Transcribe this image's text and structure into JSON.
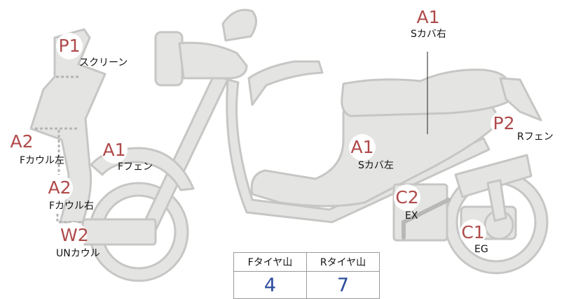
{
  "parts": [
    {
      "key": "screen",
      "code": "P1",
      "name": "スクリーン"
    },
    {
      "key": "s-cover-right",
      "code": "A1",
      "name": "Sカバ右"
    },
    {
      "key": "r-fender",
      "code": "P2",
      "name": "Rフェン"
    },
    {
      "key": "f-cowl-left",
      "code": "A2",
      "name": "Fカウル左"
    },
    {
      "key": "f-fender",
      "code": "A1",
      "name": "Fフェン"
    },
    {
      "key": "s-cover-left",
      "code": "A1",
      "name": "Sカバ左"
    },
    {
      "key": "f-cowl-right",
      "code": "A2",
      "name": "Fカウル右"
    },
    {
      "key": "exhaust",
      "code": "C2",
      "name": "EX"
    },
    {
      "key": "under-cowl",
      "code": "W2",
      "name": "UNカウル"
    },
    {
      "key": "engine",
      "code": "C1",
      "name": "EG"
    }
  ],
  "tire_table": {
    "headers": [
      "Fタイヤ山",
      "Rタイヤ山"
    ],
    "values": [
      "4",
      "7"
    ]
  },
  "colors": {
    "badge_text": "#b04a4a",
    "value_text": "#2c4c9c",
    "body_fill": "#e4e4e2",
    "body_stroke": "#c4c4c2"
  }
}
